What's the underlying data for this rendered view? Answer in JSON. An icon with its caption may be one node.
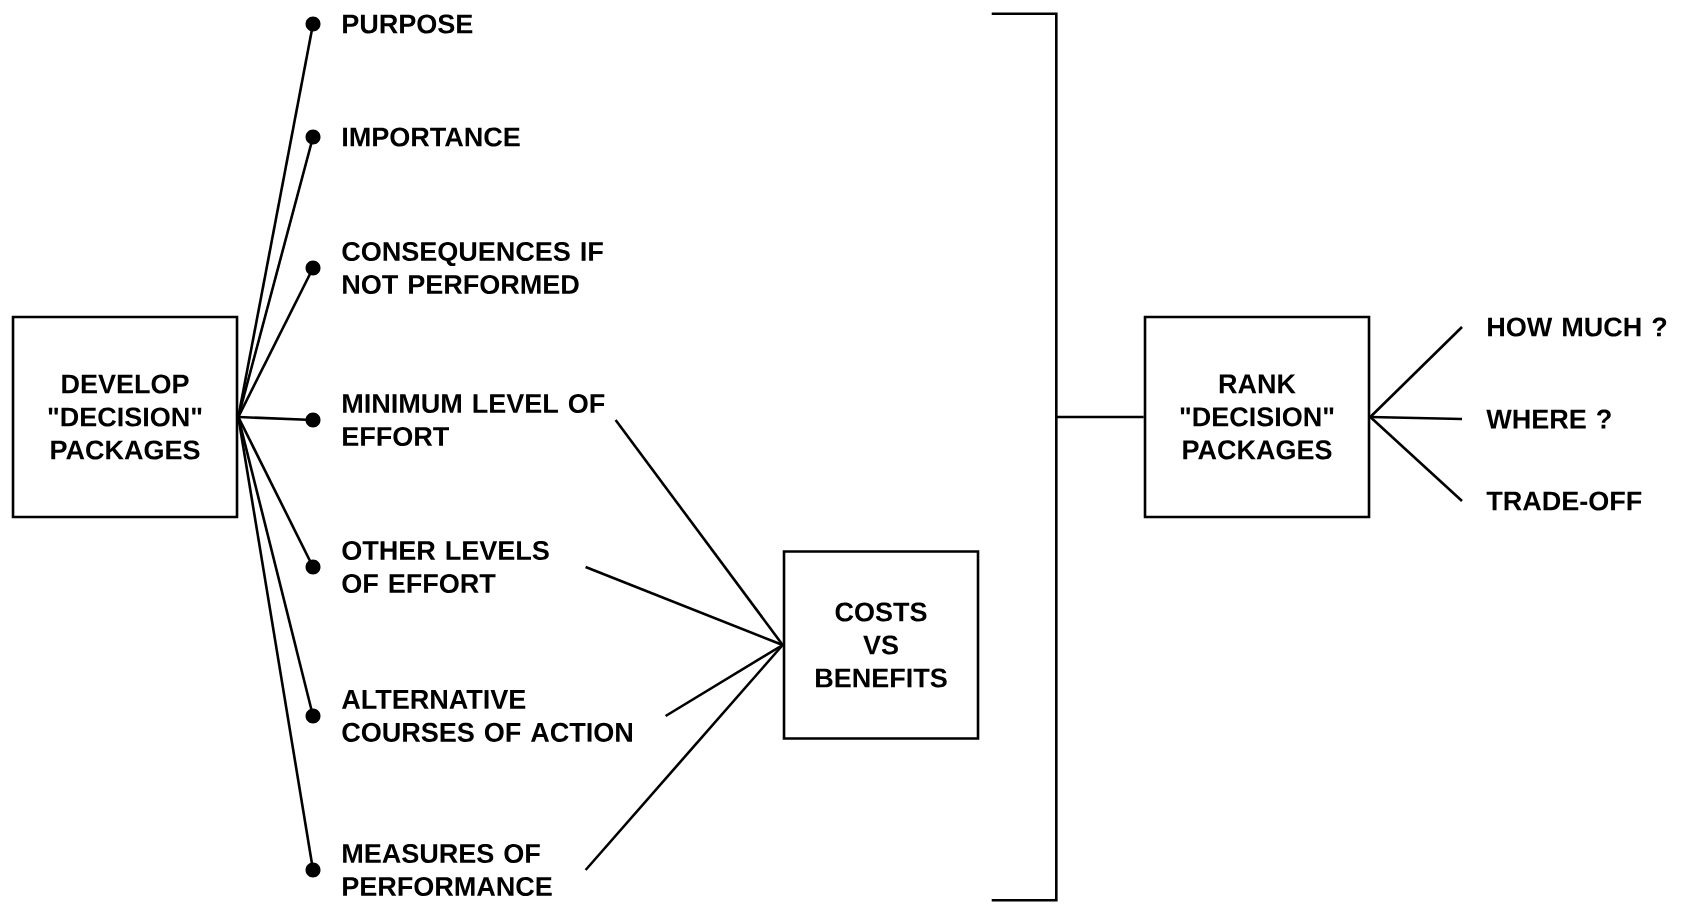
{
  "diagram": {
    "nodes": [
      {
        "text": [
          "DEVELOP \"DECISION\" PACKAGES"
        ]
      },
      {
        "text": [
          "PURPOSE"
        ]
      },
      {
        "text": [
          "IMPORTANCE"
        ]
      },
      {
        "text": [
          "CONSEQUENCES IF NOT PERFORMED"
        ]
      },
      {
        "text": [
          "MINIMUM LEVEL OF EFFORT"
        ]
      },
      {
        "text": [
          "OTHER LEVELS OF EFFORT"
        ]
      },
      {
        "text": [
          "ALTERNATIVE COURSES OF ACTION"
        ]
      },
      {
        "text": [
          "MEASURES OF PERFORMANCE"
        ]
      },
      {
        "text": [
          "COSTS VS BENEFITS"
        ]
      },
      {
        "text": [],
        "shape": "bracket"
      },
      {
        "text": [
          "RANK \"DECISION\" PACKAGES"
        ]
      },
      {
        "text": [
          "HOW MUCH ?"
        ]
      },
      {
        "text": [
          "WHERE ?"
        ]
      },
      {
        "text": [
          "TRADE-OFF"
        ]
      }
    ],
    "edges": [
      {
        "from": 0,
        "to": 1,
        "arrow": "other"
      },
      {
        "from": 0,
        "to": 2,
        "arrow": "other"
      },
      {
        "from": 0,
        "to": 3,
        "arrow": "other"
      },
      {
        "from": 0,
        "to": 4,
        "arrow": "other"
      },
      {
        "from": 0,
        "to": 5,
        "arrow": "other"
      },
      {
        "from": 0,
        "to": 6,
        "arrow": "other"
      },
      {
        "from": 0,
        "to": 7,
        "arrow": "other"
      },
      {
        "from": 4,
        "to": 8,
        "arrow": "none"
      },
      {
        "from": 5,
        "to": 8,
        "arrow": "none"
      },
      {
        "from": 6,
        "to": 8,
        "arrow": "none"
      },
      {
        "from": 7,
        "to": 8,
        "arrow": "none"
      },
      {
        "from": 9,
        "to": 10,
        "arrow": "none"
      },
      {
        "from": 10,
        "to": 11,
        "arrow": "none"
      },
      {
        "from": 10,
        "to": 12,
        "arrow": "none"
      },
      {
        "from": 10,
        "to": 13,
        "arrow": "none"
      }
    ]
  }
}
